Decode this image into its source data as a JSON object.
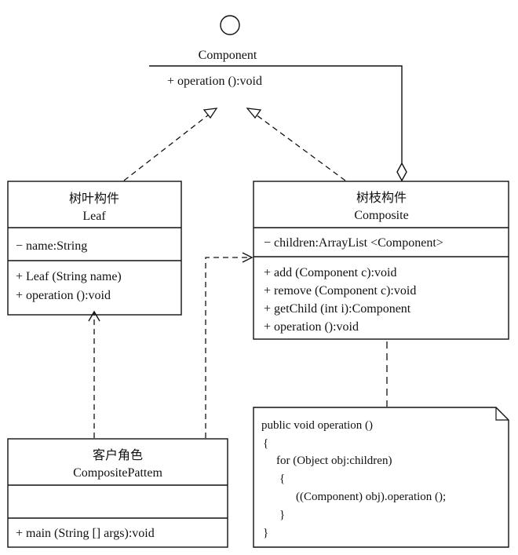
{
  "component": {
    "name": "Component",
    "op": "+ operation ():void"
  },
  "leaf": {
    "cn": "树叶构件",
    "en": "Leaf",
    "attr": "− name:String",
    "ops": [
      "+ Leaf (String name)",
      "+ operation ():void"
    ]
  },
  "composite": {
    "cn": "树枝构件",
    "en": "Composite",
    "attr": "− children:ArrayList <Component>",
    "ops": [
      "+ add (Component c):void",
      "+ remove (Component c):void",
      "+ getChild (int i):Component",
      "+ operation ():void"
    ]
  },
  "client": {
    "cn": "客户角色",
    "en": "CompositePattem",
    "op": "+ main (String [] args):void"
  },
  "note": {
    "lines": [
      "public void operation ()",
      "{",
      "for (Object obj:children)",
      "{",
      "((Component) obj).operation ();",
      "}",
      "}"
    ]
  }
}
